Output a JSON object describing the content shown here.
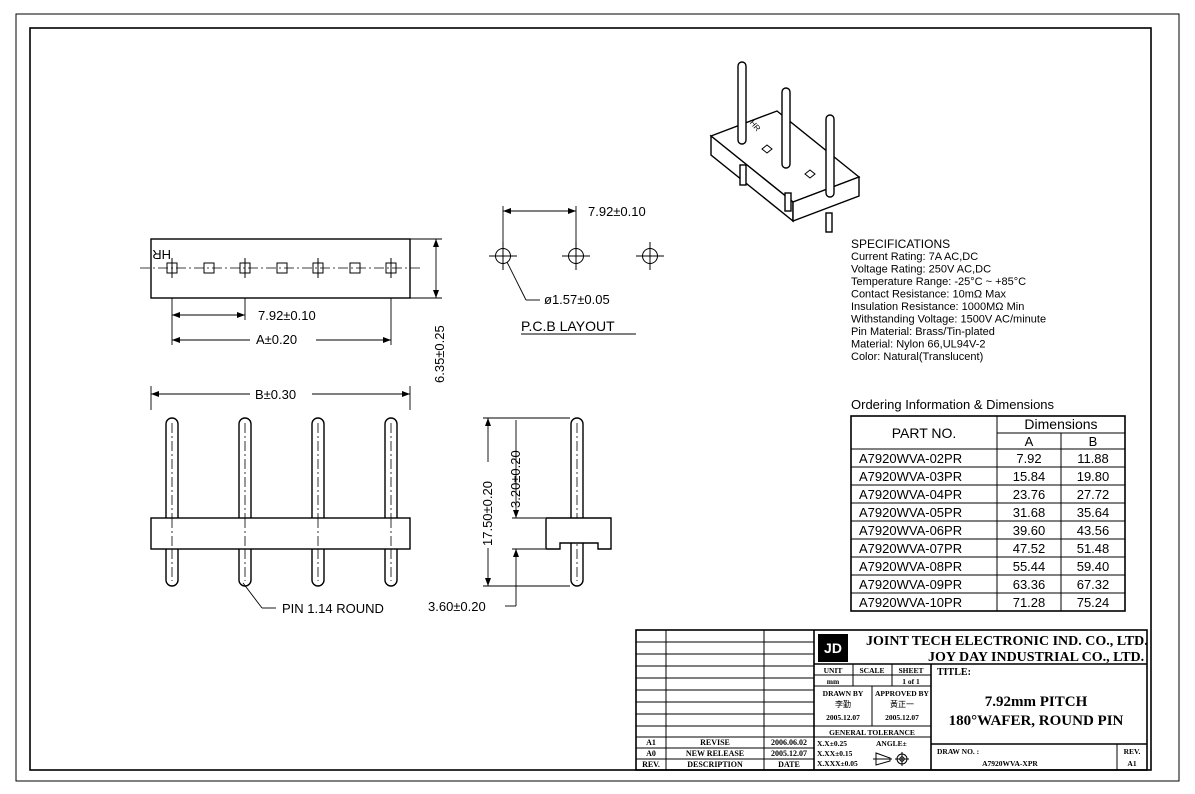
{
  "drawing": {
    "front_view": {
      "mark": "HR",
      "pitch_dim": "7.92±0.10",
      "a_dim": "A±0.20",
      "height_dim": "6.35±0.25"
    },
    "pcb_layout": {
      "pitch_dim": "7.92±0.10",
      "hole_dim": "ø1.57±0.05",
      "label": "P.C.B  LAYOUT"
    },
    "side_view": {
      "b_dim": "B±0.30",
      "pin_label": "PIN  1.14  ROUND",
      "total_length": "17.50±0.20",
      "top_length": "3.20±0.20",
      "bottom_length": "3.60±0.20"
    },
    "specifications": {
      "title": "SPECIFICATIONS",
      "lines": [
        "Current  Rating:  7A  AC,DC",
        "Voltage  Rating:  250V  AC,DC",
        "Temperature  Range:  -25°C  ~  +85°C",
        "Contact  Resistance:  10mΩ  Max",
        "Insulation  Resistance:  1000MΩ  Min",
        "Withstanding  Voltage:  1500V  AC/minute",
        "Pin  Material:  Brass/Tin-plated",
        "Material:  Nylon  66,UL94V-2",
        "Color:  Natural(Translucent)"
      ]
    },
    "ordering": {
      "title": "Ordering  Information  &  Dimensions",
      "part_header": "PART  NO.",
      "dims_header": "Dimensions",
      "col_a": "A",
      "col_b": "B",
      "rows": [
        {
          "part": "A7920WVA-02PR",
          "a": "7.92",
          "b": "11.88"
        },
        {
          "part": "A7920WVA-03PR",
          "a": "15.84",
          "b": "19.80"
        },
        {
          "part": "A7920WVA-04PR",
          "a": "23.76",
          "b": "27.72"
        },
        {
          "part": "A7920WVA-05PR",
          "a": "31.68",
          "b": "35.64"
        },
        {
          "part": "A7920WVA-06PR",
          "a": "39.60",
          "b": "43.56"
        },
        {
          "part": "A7920WVA-07PR",
          "a": "47.52",
          "b": "51.48"
        },
        {
          "part": "A7920WVA-08PR",
          "a": "55.44",
          "b": "59.40"
        },
        {
          "part": "A7920WVA-09PR",
          "a": "63.36",
          "b": "67.32"
        },
        {
          "part": "A7920WVA-10PR",
          "a": "71.28",
          "b": "75.24"
        }
      ]
    }
  },
  "title_block": {
    "company1": "JOINT  TECH  ELECTRONIC  IND.  CO.,  LTD.",
    "company2": "JOY  DAY  INDUSTRIAL  CO.,  LTD.",
    "unit_label": "UNIT",
    "unit_value": "mm",
    "scale_label": "SCALE",
    "sheet_label": "SHEET",
    "sheet_value": "1 of 1",
    "title_label": "TITLE:",
    "title_line1": "7.92mm  PITCH",
    "title_line2": "180°WAFER, ROUND  PIN",
    "drawn_by_label": "DRAWN  BY",
    "drawn_by_name": "李勤",
    "drawn_date": "2005.12.07",
    "approved_label": "APPROVED  BY",
    "approved_name": "黃正一",
    "approved_date": "2005.12.07",
    "tolerance_label": "GENERAL  TOLERANCE",
    "tol1": "X.X±0.25",
    "tol2": "X.XX±0.15",
    "tol3": "X.XXX±0.05",
    "angle_label": "ANGLE±",
    "drawno_label": "DRAW  NO. :",
    "drawno_value": "A7920WVA-XPR",
    "rev_label": "REV.",
    "rev_value": "A1",
    "rev_rows": [
      {
        "rev": "A1",
        "desc": "REVISE",
        "date": "2006.06.02"
      },
      {
        "rev": "A0",
        "desc": "NEW  RELEASE",
        "date": "2005.12.07"
      }
    ],
    "rev_header": {
      "rev": "REV.",
      "desc": "DESCRIPTION",
      "date": "DATE"
    }
  }
}
